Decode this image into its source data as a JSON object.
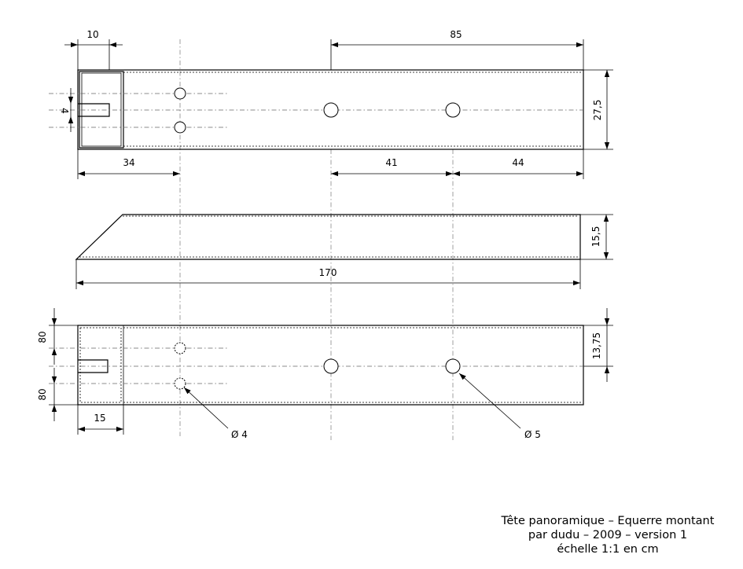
{
  "top_view": {
    "dim_left_width": "10",
    "dim_span_right": "85",
    "dim_slot": "4",
    "dim_height": "27,5",
    "dim_hole1": "34",
    "dim_hole2": "41",
    "dim_hole3": "44"
  },
  "side_view": {
    "dim_height": "15,5",
    "dim_length": "170"
  },
  "bottom_view": {
    "dim_upper": "80",
    "dim_lower": "80",
    "dim_slot_depth": "15",
    "dim_height": "13,75",
    "label_hole_small": "Ø 4",
    "label_hole_large": "Ø 5"
  },
  "title_block": {
    "line1": "Tête panoramique – Equerre montant",
    "line2": "par dudu – 2009 – version 1",
    "line3": "échelle 1:1 en cm"
  }
}
